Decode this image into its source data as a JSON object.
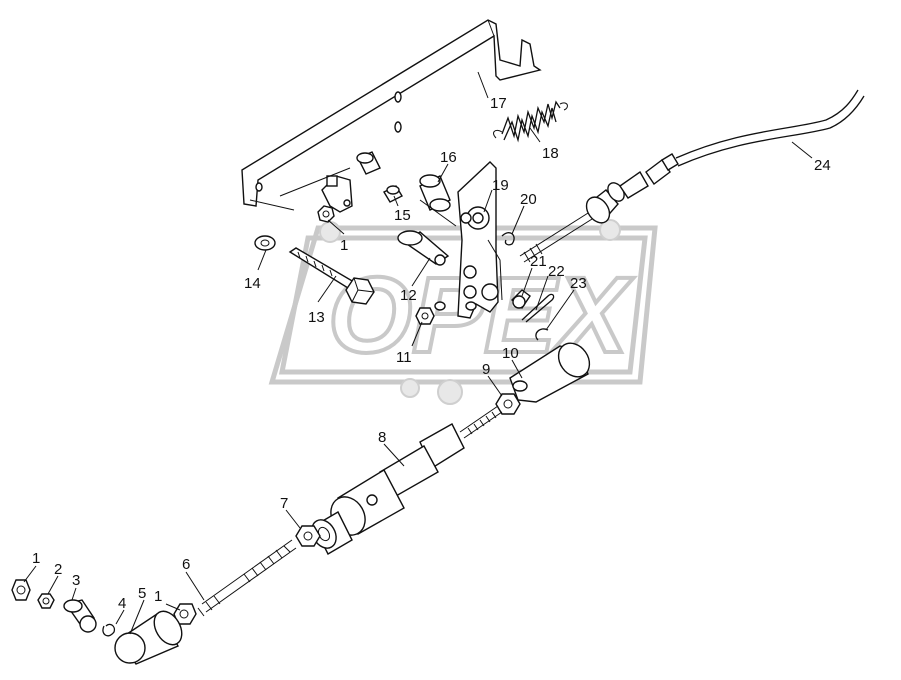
{
  "diagram": {
    "callouts": [
      {
        "id": "p1a",
        "label": "1"
      },
      {
        "id": "p1b",
        "label": "1"
      },
      {
        "id": "p1c",
        "label": "1"
      },
      {
        "id": "p2",
        "label": "2"
      },
      {
        "id": "p3",
        "label": "3"
      },
      {
        "id": "p4",
        "label": "4"
      },
      {
        "id": "p5",
        "label": "5"
      },
      {
        "id": "p6",
        "label": "6"
      },
      {
        "id": "p7",
        "label": "7"
      },
      {
        "id": "p8",
        "label": "8"
      },
      {
        "id": "p9",
        "label": "9"
      },
      {
        "id": "p10",
        "label": "10"
      },
      {
        "id": "p11",
        "label": "11"
      },
      {
        "id": "p12",
        "label": "12"
      },
      {
        "id": "p13",
        "label": "13"
      },
      {
        "id": "p14",
        "label": "14"
      },
      {
        "id": "p15",
        "label": "15"
      },
      {
        "id": "p16",
        "label": "16"
      },
      {
        "id": "p17",
        "label": "17"
      },
      {
        "id": "p18",
        "label": "18"
      },
      {
        "id": "p19",
        "label": "19"
      },
      {
        "id": "p20",
        "label": "20"
      },
      {
        "id": "p21",
        "label": "21"
      },
      {
        "id": "p22",
        "label": "22"
      },
      {
        "id": "p23",
        "label": "23"
      },
      {
        "id": "p24",
        "label": "24"
      }
    ],
    "watermark_text": "OPEX",
    "colors": {
      "line": "#111111",
      "background": "#ffffff",
      "watermark": "#c9c9c9"
    }
  }
}
